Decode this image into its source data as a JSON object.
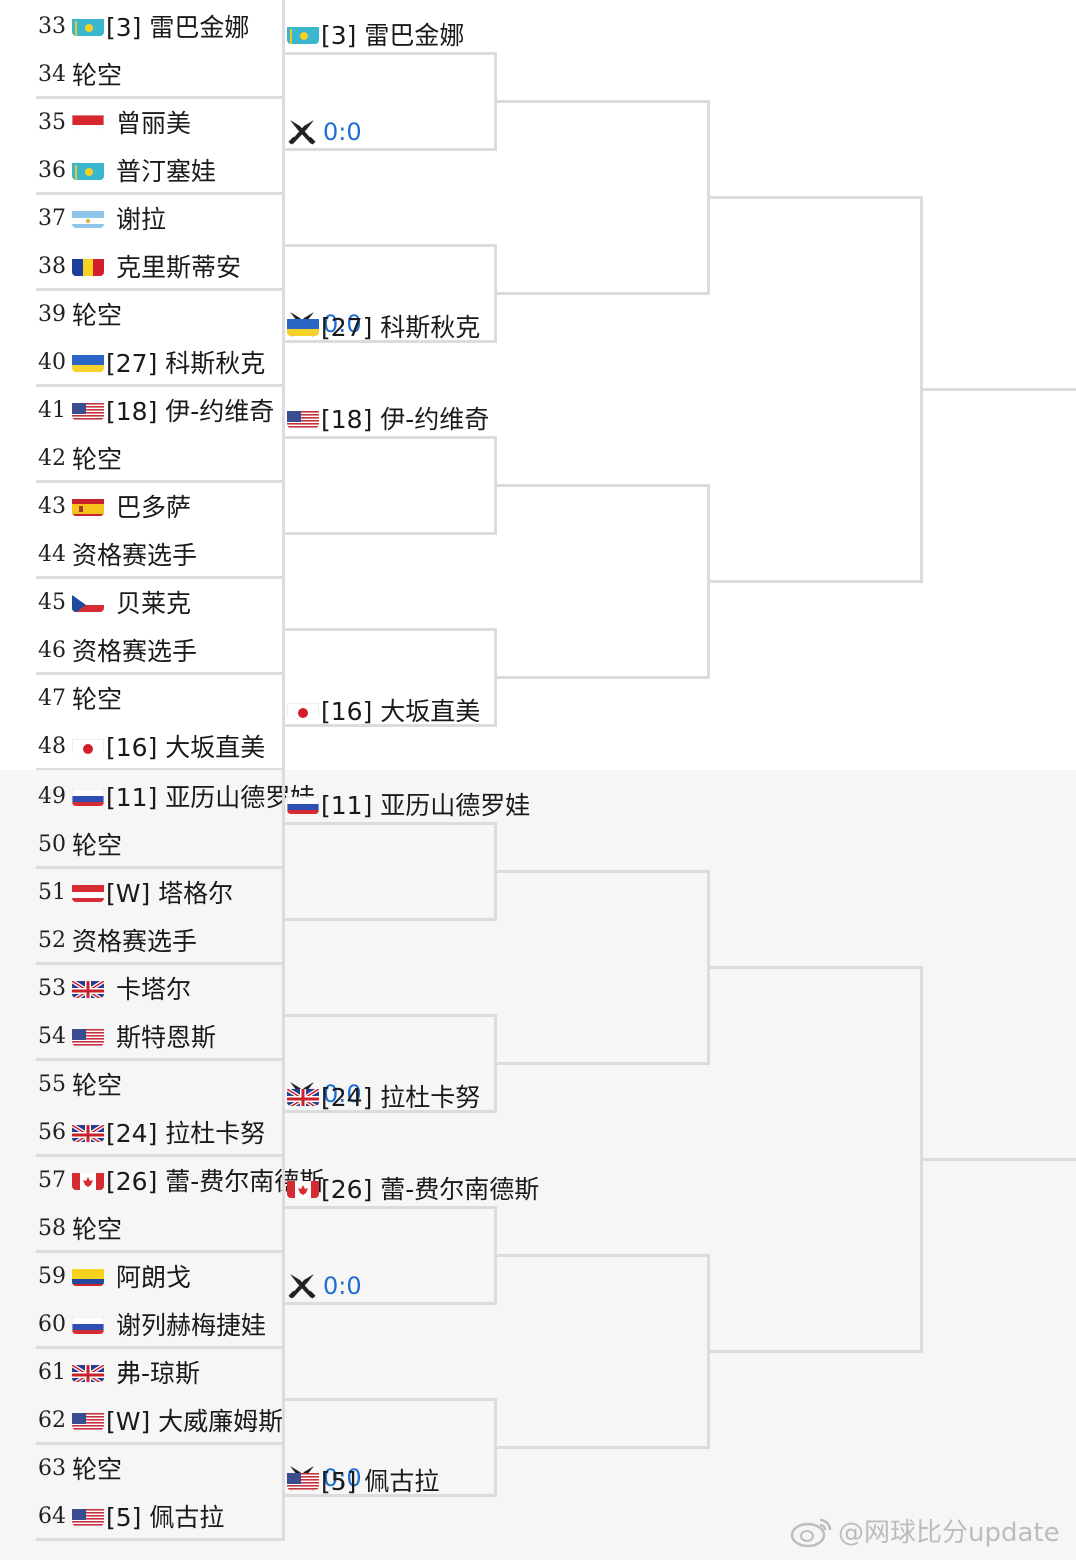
{
  "top": {
    "players": [
      {
        "num": "33",
        "flag": "kz",
        "name": "[3] 雷巴金娜"
      },
      {
        "num": "34",
        "flag": "",
        "name": "轮空"
      },
      {
        "num": "35",
        "flag": "id",
        "name": "曾丽美"
      },
      {
        "num": "36",
        "flag": "kz",
        "name": "普汀塞娃"
      },
      {
        "num": "37",
        "flag": "ar",
        "name": "谢拉"
      },
      {
        "num": "38",
        "flag": "ro",
        "name": "克里斯蒂安"
      },
      {
        "num": "39",
        "flag": "",
        "name": "轮空"
      },
      {
        "num": "40",
        "flag": "ua",
        "name": "[27] 科斯秋克"
      },
      {
        "num": "41",
        "flag": "us",
        "name": "[18] 伊-约维奇"
      },
      {
        "num": "42",
        "flag": "",
        "name": "轮空"
      },
      {
        "num": "43",
        "flag": "es",
        "name": "巴多萨"
      },
      {
        "num": "44",
        "flag": "",
        "name": "资格赛选手"
      },
      {
        "num": "45",
        "flag": "cz",
        "name": "贝莱克"
      },
      {
        "num": "46",
        "flag": "",
        "name": "资格赛选手"
      },
      {
        "num": "47",
        "flag": "",
        "name": "轮空"
      },
      {
        "num": "48",
        "flag": "jp",
        "name": "[16] 大坂直美"
      }
    ],
    "round2": [
      {
        "type": "winner",
        "flag": "kz",
        "name": "[3] 雷巴金娜"
      },
      {
        "type": "score",
        "score": "0:0"
      },
      {
        "type": "score",
        "score": "0:0"
      },
      {
        "type": "winner",
        "flag": "ua",
        "name": "[27] 科斯秋克"
      },
      {
        "type": "winner",
        "flag": "us",
        "name": "[18] 伊-约维奇"
      },
      {
        "type": "empty"
      },
      {
        "type": "empty"
      },
      {
        "type": "winner",
        "flag": "jp",
        "name": "[16] 大坂直美"
      }
    ]
  },
  "bottom": {
    "players": [
      {
        "num": "49",
        "flag": "ru",
        "name": "[11] 亚历山德罗娃"
      },
      {
        "num": "50",
        "flag": "",
        "name": "轮空"
      },
      {
        "num": "51",
        "flag": "at",
        "name": "[W] 塔格尔"
      },
      {
        "num": "52",
        "flag": "",
        "name": "资格赛选手"
      },
      {
        "num": "53",
        "flag": "gb",
        "name": "卡塔尔"
      },
      {
        "num": "54",
        "flag": "us",
        "name": "斯特恩斯"
      },
      {
        "num": "55",
        "flag": "",
        "name": "轮空"
      },
      {
        "num": "56",
        "flag": "gb",
        "name": "[24] 拉杜卡努"
      },
      {
        "num": "57",
        "flag": "ca",
        "name": "[26] 蕾-费尔南德斯"
      },
      {
        "num": "58",
        "flag": "",
        "name": "轮空"
      },
      {
        "num": "59",
        "flag": "co",
        "name": "阿朗戈"
      },
      {
        "num": "60",
        "flag": "ru",
        "name": "谢列赫梅捷娃"
      },
      {
        "num": "61",
        "flag": "gb",
        "name": "弗-琼斯"
      },
      {
        "num": "62",
        "flag": "us",
        "name": "[W] 大威廉姆斯"
      },
      {
        "num": "63",
        "flag": "",
        "name": "轮空"
      },
      {
        "num": "64",
        "flag": "us",
        "name": "[5] 佩古拉"
      }
    ],
    "round2": [
      {
        "type": "winner",
        "flag": "ru",
        "name": "[11] 亚历山德罗娃"
      },
      {
        "type": "empty"
      },
      {
        "type": "score",
        "score": "0:0"
      },
      {
        "type": "winner",
        "flag": "gb",
        "name": "[24] 拉杜卡努"
      },
      {
        "type": "winner",
        "flag": "ca",
        "name": "[26] 蕾-费尔南德斯"
      },
      {
        "type": "score",
        "score": "0:0"
      },
      {
        "type": "score",
        "score": "0:0"
      },
      {
        "type": "winner",
        "flag": "us",
        "name": "[5] 佩古拉"
      }
    ]
  },
  "watermark": "@网球比分update",
  "colors": {
    "line": "#dcdcdc",
    "score": "#1f6fd1",
    "bottom_bg": "#f6f6f6"
  }
}
